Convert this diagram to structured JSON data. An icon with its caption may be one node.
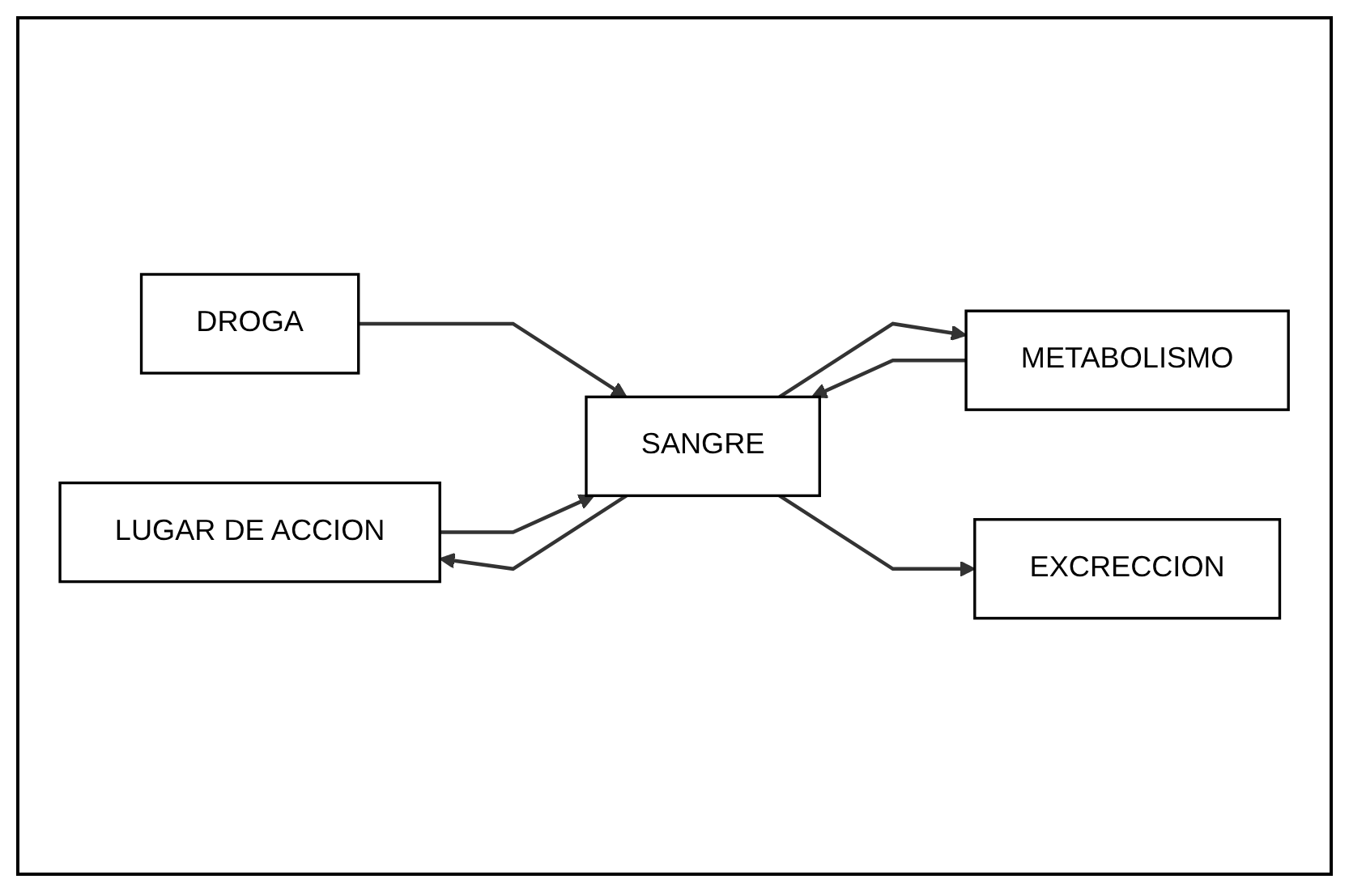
{
  "diagram": {
    "nodes": [
      {
        "text": [
          "LUGAR DE ACCION"
        ]
      },
      {
        "text": [
          "DROGA"
        ]
      },
      {
        "text": [
          "SANGRE"
        ]
      },
      {
        "text": [
          "METABOLISMO"
        ]
      },
      {
        "text": [
          "EXCRECCION"
        ]
      }
    ],
    "edges": [
      {
        "from": 1,
        "to": 2,
        "arrow": "to"
      },
      {
        "from": 0,
        "to": 2,
        "arrow": "to"
      },
      {
        "from": 2,
        "to": 0,
        "arrow": "to"
      },
      {
        "from": 2,
        "to": 3,
        "arrow": "to"
      },
      {
        "from": 3,
        "to": 2,
        "arrow": "to"
      },
      {
        "from": 2,
        "to": 4,
        "arrow": "to"
      }
    ]
  }
}
